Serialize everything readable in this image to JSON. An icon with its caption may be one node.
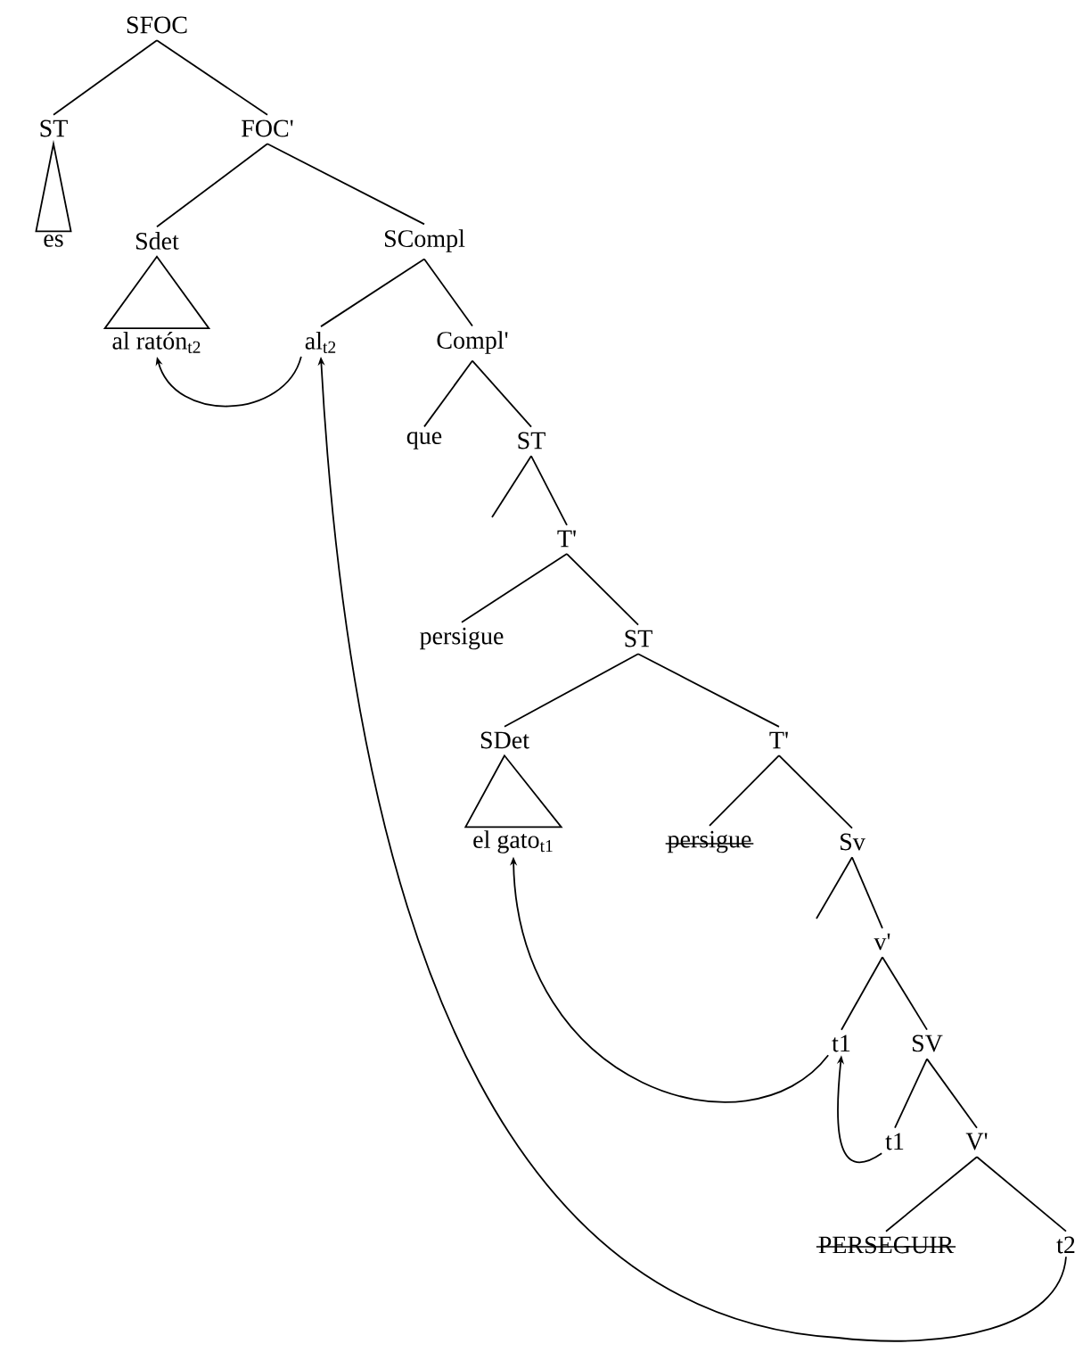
{
  "diagram": {
    "nodes": [
      {
        "text": [
          "SFOC"
        ]
      },
      {
        "text": [
          "ST"
        ]
      },
      {
        "text": [
          "FOC'"
        ]
      },
      {
        "text": [
          "es"
        ]
      },
      {
        "text": [
          "Sdet"
        ]
      },
      {
        "text": [
          "SCompl"
        ]
      },
      {
        "text": [
          "al ratón$_{t2}$"
        ]
      },
      {
        "text": [
          "al$_{t2}$"
        ]
      },
      {
        "text": [
          "Compl'"
        ]
      },
      {
        "text": [
          "que"
        ]
      },
      {
        "text": [
          "ST"
        ]
      },
      {
        "text": [
          "T'"
        ]
      },
      {
        "text": [
          "persigue"
        ]
      },
      {
        "text": [
          "ST"
        ]
      },
      {
        "text": [
          "SDet"
        ]
      },
      {
        "text": [
          "T'"
        ]
      },
      {
        "text": [
          "el gato$_{t1}$"
        ]
      },
      {
        "text": [
          "persigue"
        ]
      },
      {
        "text": [
          "Sv"
        ]
      },
      {
        "text": [
          "v'"
        ]
      },
      {
        "text": [
          "t1"
        ]
      },
      {
        "text": [
          "SV"
        ]
      },
      {
        "text": [
          "t1"
        ]
      },
      {
        "text": [
          "V'"
        ]
      },
      {
        "text": [
          "PERSEGUIR"
        ]
      },
      {
        "text": [
          "t2"
        ]
      }
    ],
    "edges": [
      {
        "from": 0,
        "to": 1,
        "arrow": "none"
      },
      {
        "from": 0,
        "to": 2,
        "arrow": "none"
      },
      {
        "from": 1,
        "to": 3,
        "arrow": "none"
      },
      {
        "from": 2,
        "to": 4,
        "arrow": "none"
      },
      {
        "from": 2,
        "to": 5,
        "arrow": "none"
      },
      {
        "from": 4,
        "to": 6,
        "arrow": "none"
      },
      {
        "from": 5,
        "to": 7,
        "arrow": "none"
      },
      {
        "from": 5,
        "to": 8,
        "arrow": "none"
      },
      {
        "from": 8,
        "to": 9,
        "arrow": "none"
      },
      {
        "from": 8,
        "to": 10,
        "arrow": "none"
      },
      {
        "from": 10,
        "to": null,
        "arrow": "none"
      },
      {
        "from": 10,
        "to": 11,
        "arrow": "none"
      },
      {
        "from": 11,
        "to": 12,
        "arrow": "none"
      },
      {
        "from": 11,
        "to": 13,
        "arrow": "none"
      },
      {
        "from": 13,
        "to": 14,
        "arrow": "none"
      },
      {
        "from": 13,
        "to": 15,
        "arrow": "none"
      },
      {
        "from": 14,
        "to": 16,
        "arrow": "none"
      },
      {
        "from": 15,
        "to": 17,
        "arrow": "none"
      },
      {
        "from": 15,
        "to": 18,
        "arrow": "none"
      },
      {
        "from": 18,
        "to": null,
        "arrow": "none"
      },
      {
        "from": 18,
        "to": 19,
        "arrow": "none"
      },
      {
        "from": 19,
        "to": 20,
        "arrow": "none"
      },
      {
        "from": 19,
        "to": 21,
        "arrow": "none"
      },
      {
        "from": 21,
        "to": 22,
        "arrow": "none"
      },
      {
        "from": 21,
        "to": 23,
        "arrow": "none"
      },
      {
        "from": 23,
        "to": 24,
        "arrow": "none"
      },
      {
        "from": 23,
        "to": 25,
        "arrow": "none"
      },
      {
        "from": 7,
        "to": 6,
        "arrow": "to"
      },
      {
        "from": 25,
        "to": 7,
        "arrow": "to"
      },
      {
        "from": 20,
        "to": 16,
        "arrow": "to"
      },
      {
        "from": 22,
        "to": 20,
        "arrow": "to"
      }
    ]
  }
}
